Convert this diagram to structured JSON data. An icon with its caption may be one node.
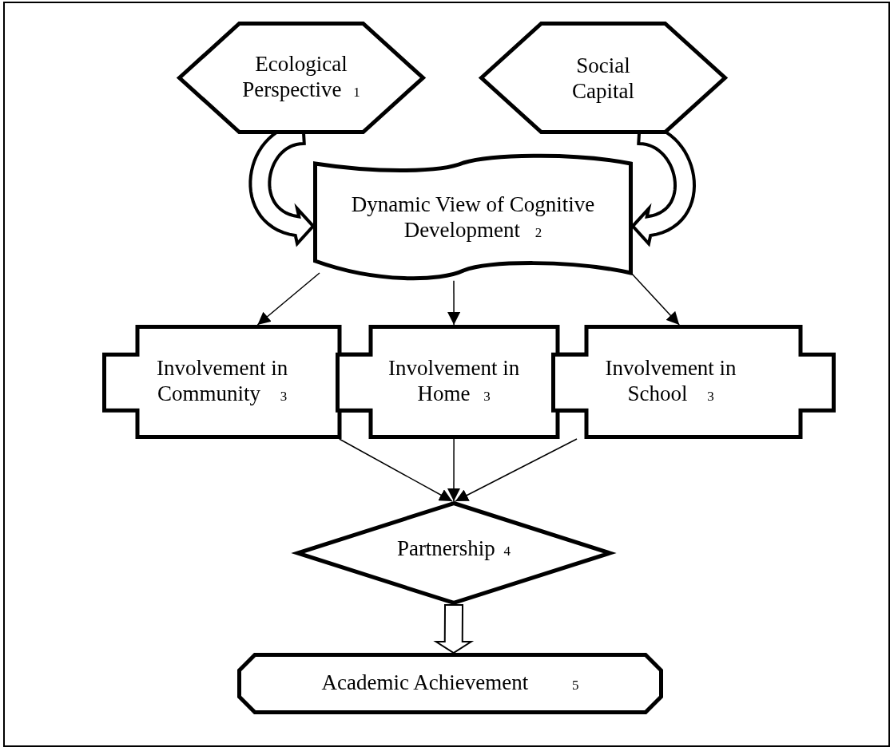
{
  "diagram": {
    "nodes": [
      {
        "text": [
          "Ecological Perspective",
          "1"
        ]
      },
      {
        "text": [
          "Social Capital"
        ]
      },
      {
        "text": [
          "Dynamic View of Cognitive Development",
          "2"
        ]
      },
      {
        "text": [
          "Involvement in Community",
          "3"
        ]
      },
      {
        "text": [
          "Involvement in Home",
          "3"
        ]
      },
      {
        "text": [
          "Involvement in School",
          "3"
        ]
      },
      {
        "text": [
          "Partnership",
          "4"
        ]
      },
      {
        "text": [
          "Academic Achievement",
          "5"
        ]
      }
    ],
    "edges": [
      {
        "from": 0,
        "to": 2,
        "arrow": "to",
        "style": "thick"
      },
      {
        "from": 1,
        "to": 2,
        "arrow": "to",
        "style": "thick"
      },
      {
        "from": 2,
        "to": 3,
        "arrow": "to"
      },
      {
        "from": 2,
        "to": 4,
        "arrow": "to"
      },
      {
        "from": 2,
        "to": 5,
        "arrow": "to"
      },
      {
        "from": 3,
        "to": 6,
        "arrow": "to"
      },
      {
        "from": 4,
        "to": 6,
        "arrow": "to"
      },
      {
        "from": 5,
        "to": 6,
        "arrow": "to"
      },
      {
        "from": 6,
        "to": 7,
        "arrow": "to",
        "style": "thick"
      }
    ]
  }
}
